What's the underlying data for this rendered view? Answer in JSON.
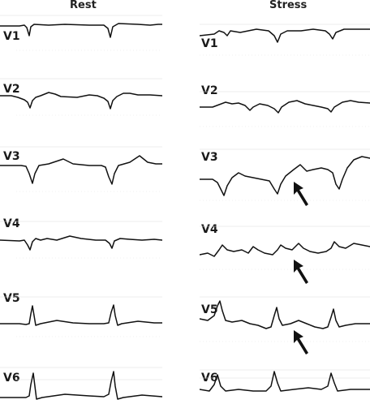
{
  "columns": {
    "rest": {
      "title": "Rest"
    },
    "stress": {
      "title": "Stress"
    }
  },
  "rest_leads": [
    "V1",
    "V2",
    "V3",
    "V4",
    "V5",
    "V6"
  ],
  "stress_leads": [
    "V1",
    "V2",
    "V3",
    "V4",
    "V5",
    "V6"
  ],
  "colors": {
    "trace": "#111111",
    "grid": "#d9d9d9",
    "arrow": "#111111"
  }
}
